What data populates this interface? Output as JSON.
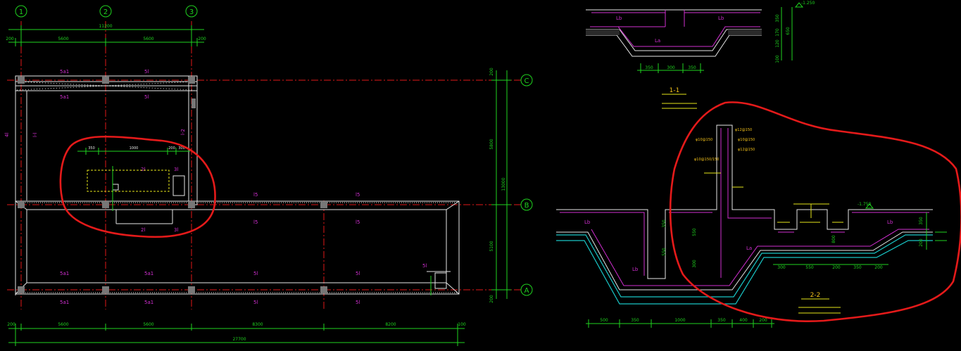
{
  "axes": {
    "vertical": [
      "1",
      "2",
      "3"
    ],
    "horizontal": [
      "C",
      "B",
      "A"
    ]
  },
  "dims": {
    "top_total": "11200",
    "top_a": "5600",
    "top_b": "5600",
    "top_edge_l": "200",
    "top_edge_r": "200",
    "bottom_total": "27700",
    "bottom_a": "5600",
    "bottom_b": "5600",
    "bottom_c": "8300",
    "bottom_d": "8200",
    "bottom_edge_l": "200",
    "bottom_edge_r": "100",
    "right_total": "13000",
    "right_a": "5800",
    "right_b": "5100",
    "right_edge_t": "200",
    "right_edge_b": "200",
    "pit_350": "350",
    "pit_1000": "1000",
    "pit_200": "200",
    "pit_300": "300"
  },
  "beam_labels": {
    "l1": "5a1",
    "l2": "5a1",
    "l3": "5a1",
    "l4": "5l",
    "l5": "l5",
    "l6": "l5",
    "l7": "l5",
    "l8": "l5",
    "l9": "5a1",
    "l10": "5a1",
    "l11": "5l",
    "l12": "5l",
    "l13": "5a1",
    "l14": "5l",
    "l15": "5l",
    "l16": "5l",
    "l17": "5l",
    "l18": "2l",
    "l19": "3l",
    "l20": "2l",
    "l21": "3l",
    "l22": "4l",
    "l23": "l-l",
    "l24": "l-2"
  },
  "section1": {
    "title": "1-1",
    "dim_350a": "350",
    "dim_300": "300",
    "dim_350b": "350",
    "right_350": "350",
    "right_170": "170",
    "right_120": "120",
    "right_650": "650",
    "right_100": "100",
    "level": "-1.250",
    "rebar_l": "Lb",
    "rebar_m": "La",
    "rebar_r": "Lb"
  },
  "section2": {
    "title": "2-2",
    "level": "-1.750",
    "dim_500": "500",
    "dim_350a": "350",
    "dim_1000": "1000",
    "dim_350b": "350",
    "dim_400": "400",
    "dim_200": "200",
    "sub_300": "300",
    "sub_550": "550",
    "sub_200a": "200",
    "sub_350": "350",
    "sub_200b": "200",
    "h_350": "350",
    "h_550": "550",
    "h_300": "300",
    "h_800": "800",
    "h_200": "200",
    "note_a": "φ12@150",
    "note_b": "φ10@150",
    "note_c": "φ10@150",
    "note_d": "φ12@150",
    "note_e": "φ10@150/150",
    "rebar_lb": "Lb",
    "rebar_la": "La"
  }
}
